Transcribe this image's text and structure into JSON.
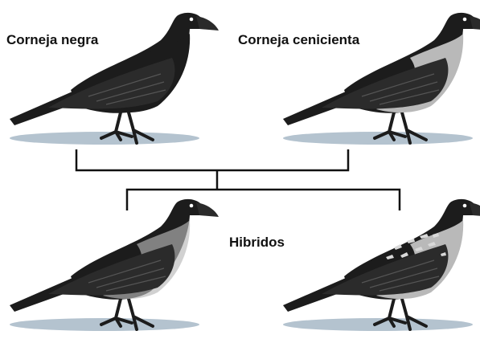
{
  "labels": {
    "black_crow": "Corneja negra",
    "hooded_crow": "Corneja cenicienta",
    "hybrids": "Hibridos"
  },
  "colors": {
    "plumage_black": "#1c1c1c",
    "wing_dark": "#2b2b2b",
    "plumage_grey": "#b9b9b9",
    "beak": "#2a2a2a",
    "shadow": "#b4c3cf",
    "connector": "#111111",
    "eye": "#ffffff",
    "speckle": "#d8d8d8"
  },
  "birds": [
    {
      "id": "black-crow",
      "variant": "black"
    },
    {
      "id": "hooded-crow",
      "variant": "hooded"
    },
    {
      "id": "hybrid-dark",
      "variant": "hybrid-dark"
    },
    {
      "id": "hybrid-speckled",
      "variant": "hybrid-speckled"
    }
  ]
}
